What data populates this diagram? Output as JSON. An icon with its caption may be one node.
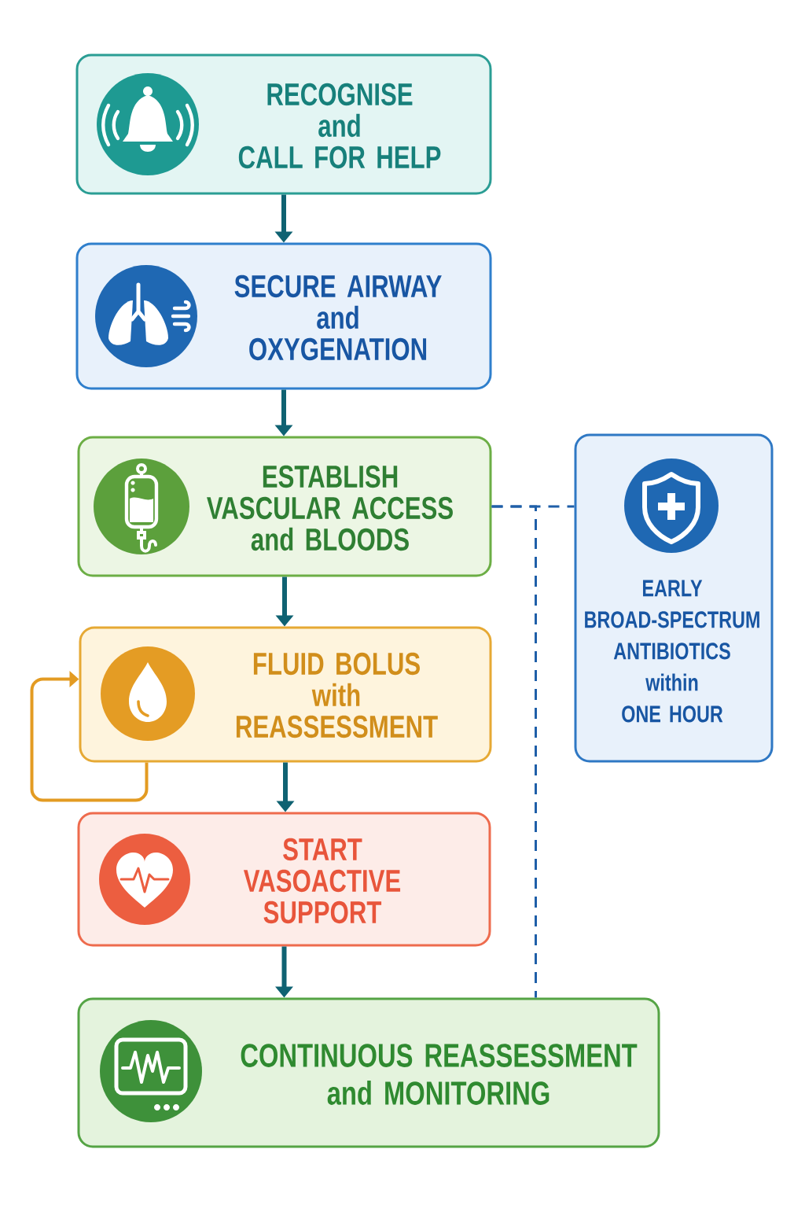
{
  "diagram": {
    "nodes": [
      {
        "text": [
          "RECOGNISE and CALL FOR HELP"
        ]
      },
      {
        "text": [
          "SECURE AIRWAY and OXYGENATION"
        ]
      },
      {
        "text": [
          "ESTABLISH VASCULAR ACCESS and BLOODS"
        ]
      },
      {
        "text": [
          "FLUID BOLUS with REASSESSMENT"
        ]
      },
      {
        "text": [
          "START VASOACTIVE SUPPORT"
        ]
      },
      {
        "text": [
          "CONTINUOUS REASSESSMENT and MONITORING"
        ]
      },
      {
        "text": [
          "EARLY BROAD-SPECTRUM ANTIBIOTICS within ONE HOUR"
        ]
      }
    ],
    "edges": [
      {
        "from": 0,
        "to": 1,
        "arrow": "to"
      },
      {
        "from": 1,
        "to": 2,
        "arrow": "to"
      },
      {
        "from": 2,
        "to": 3,
        "arrow": "to"
      },
      {
        "from": 3,
        "to": 4,
        "arrow": "to"
      },
      {
        "from": 4,
        "to": 5,
        "arrow": "to"
      },
      {
        "from": 3,
        "to": 3,
        "arrow": "to",
        "color": "#e39b22"
      },
      {
        "from": 2,
        "to": 6,
        "arrow": "none",
        "style": "dashed",
        "color": "#1f5fa8"
      },
      {
        "from": 2,
        "to": 5,
        "arrow": "none",
        "style": "dashed",
        "color": "#1f5fa8"
      }
    ]
  }
}
